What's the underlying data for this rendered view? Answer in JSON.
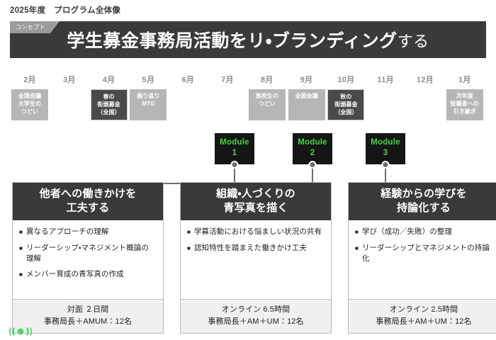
{
  "header": {
    "title": "2025年度　プログラム全体像"
  },
  "banner": {
    "tab_label": "コンセプト",
    "title_main": "学生募金事務局活動をリ・ブランディング",
    "title_suffix": "する"
  },
  "timeline": {
    "months": [
      {
        "label": "2月",
        "event": "全国会議\n大学生の\nつどい",
        "style": "gray"
      },
      {
        "label": "3月",
        "event": "",
        "style": ""
      },
      {
        "label": "4月",
        "event": "春の\n街頭募金\n（全国）",
        "style": "dark"
      },
      {
        "label": "5月",
        "event": "振り返り\nMTG",
        "style": "gray"
      },
      {
        "label": "6月",
        "event": "",
        "style": ""
      },
      {
        "label": "7月",
        "event": "",
        "style": ""
      },
      {
        "label": "8月",
        "event": "高校生の\nつどい",
        "style": "gray"
      },
      {
        "label": "9月",
        "event": "全国会議",
        "style": "gray"
      },
      {
        "label": "10月",
        "event": "秋の\n街頭募金\n（全国）",
        "style": "dark"
      },
      {
        "label": "11月",
        "event": "",
        "style": ""
      },
      {
        "label": "12月",
        "event": "",
        "style": ""
      },
      {
        "label": "1月",
        "event": "次年度\n役職者への\n引き継ぎ",
        "style": "gray"
      }
    ]
  },
  "modules": [
    {
      "label": "Module",
      "number": "1"
    },
    {
      "label": "Module",
      "number": "2"
    },
    {
      "label": "Module",
      "number": "3"
    }
  ],
  "cards": [
    {
      "title_line1": "他者への働きかけを",
      "title_line2": "工夫する",
      "bullets": [
        "異なるアプローチの理解",
        "リーダーシップ・マネジメント概論の理解",
        "メンバー育成の青写真の作成"
      ],
      "footer_line1": "対面 ２日間",
      "footer_line2": "事務局長＋AMUM：12名"
    },
    {
      "title_line1": "組織・人づくりの",
      "title_line2": "青写真を描く",
      "bullets": [
        "学募活動における悩ましい状況の共有",
        "認知特性を踏まえた働きかけ工夫"
      ],
      "footer_line1": "オンライン 6.5時間",
      "footer_line2": "事務局長＋AM＋UM：12名"
    },
    {
      "title_line1": "経験からの学びを",
      "title_line2": "持論化する",
      "bullets": [
        "学び（成功／失敗）の整理",
        "リーダーシップとマネジメントの持論化"
      ],
      "footer_line1": "オンライン 2.5時間",
      "footer_line2": "事務局長＋AM＋UM：12名"
    }
  ],
  "colors": {
    "banner_bg": "#3a3a3a",
    "module_bg": "#151515",
    "module_text": "#3ed93e",
    "event_gray": "#b6b6b6",
    "event_dark": "#4a4a4a",
    "connector": "#6e6e6e",
    "logo_green": "#4cd964"
  },
  "logo": {
    "name": "brand-mark"
  }
}
